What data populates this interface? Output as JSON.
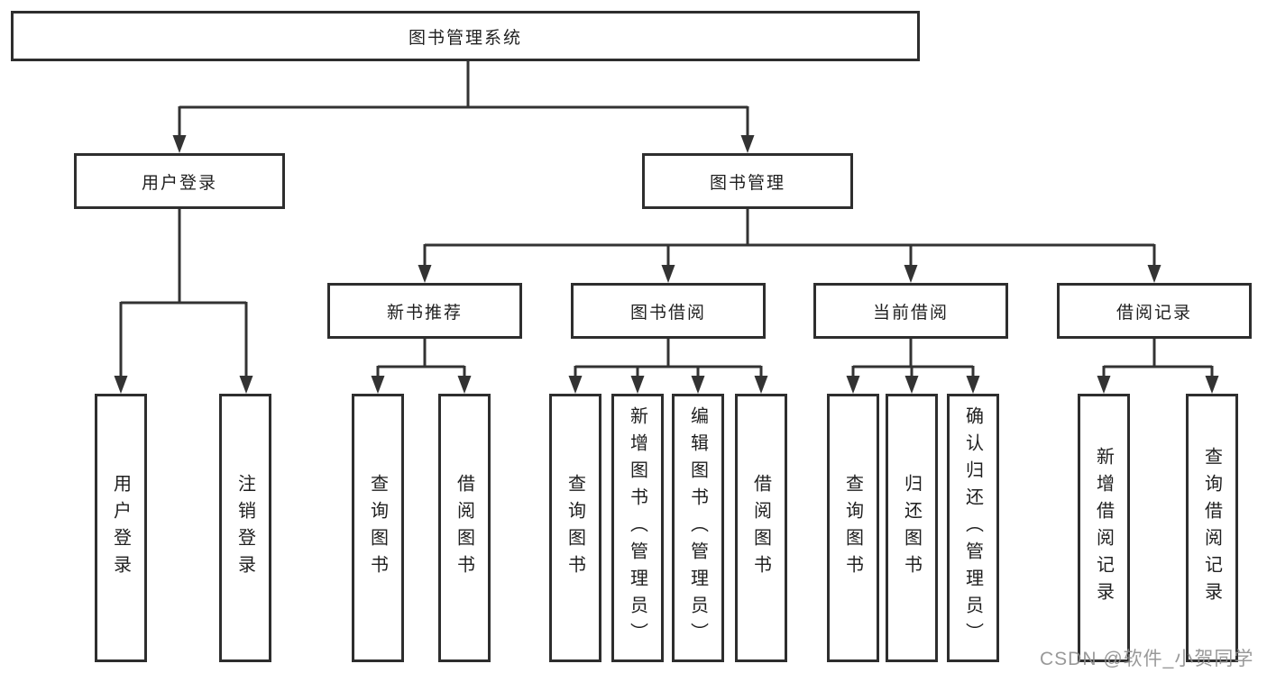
{
  "diagram_title": "图书管理系统",
  "tree": {
    "root": {
      "label": "图书管理系统"
    },
    "user_login": {
      "label": "用户登录",
      "children": [
        {
          "label": "用户登录"
        },
        {
          "label": "注销登录"
        }
      ]
    },
    "book_mgmt": {
      "label": "图书管理",
      "groups": [
        {
          "label": "新书推荐",
          "children": [
            {
              "label": "查询图书"
            },
            {
              "label": "借阅图书"
            }
          ]
        },
        {
          "label": "图书借阅",
          "children": [
            {
              "label": "查询图书"
            },
            {
              "label": "新增图书（管理员）"
            },
            {
              "label": "编辑图书（管理员）"
            },
            {
              "label": "借阅图书"
            }
          ]
        },
        {
          "label": "当前借阅",
          "children": [
            {
              "label": "查询图书"
            },
            {
              "label": "归还图书"
            },
            {
              "label": "确认归还（管理员）"
            }
          ]
        },
        {
          "label": "借阅记录",
          "children": [
            {
              "label": "新增借阅记录"
            },
            {
              "label": "查询借阅记录"
            }
          ]
        }
      ]
    }
  },
  "watermark": {
    "text": "CSDN @软件_小贺同学"
  },
  "colors": {
    "line": "#333333",
    "box_border": "#2e2e2e",
    "text": "#1f1f1f",
    "background": "#ffffff",
    "watermark": "#8f8f8f"
  }
}
